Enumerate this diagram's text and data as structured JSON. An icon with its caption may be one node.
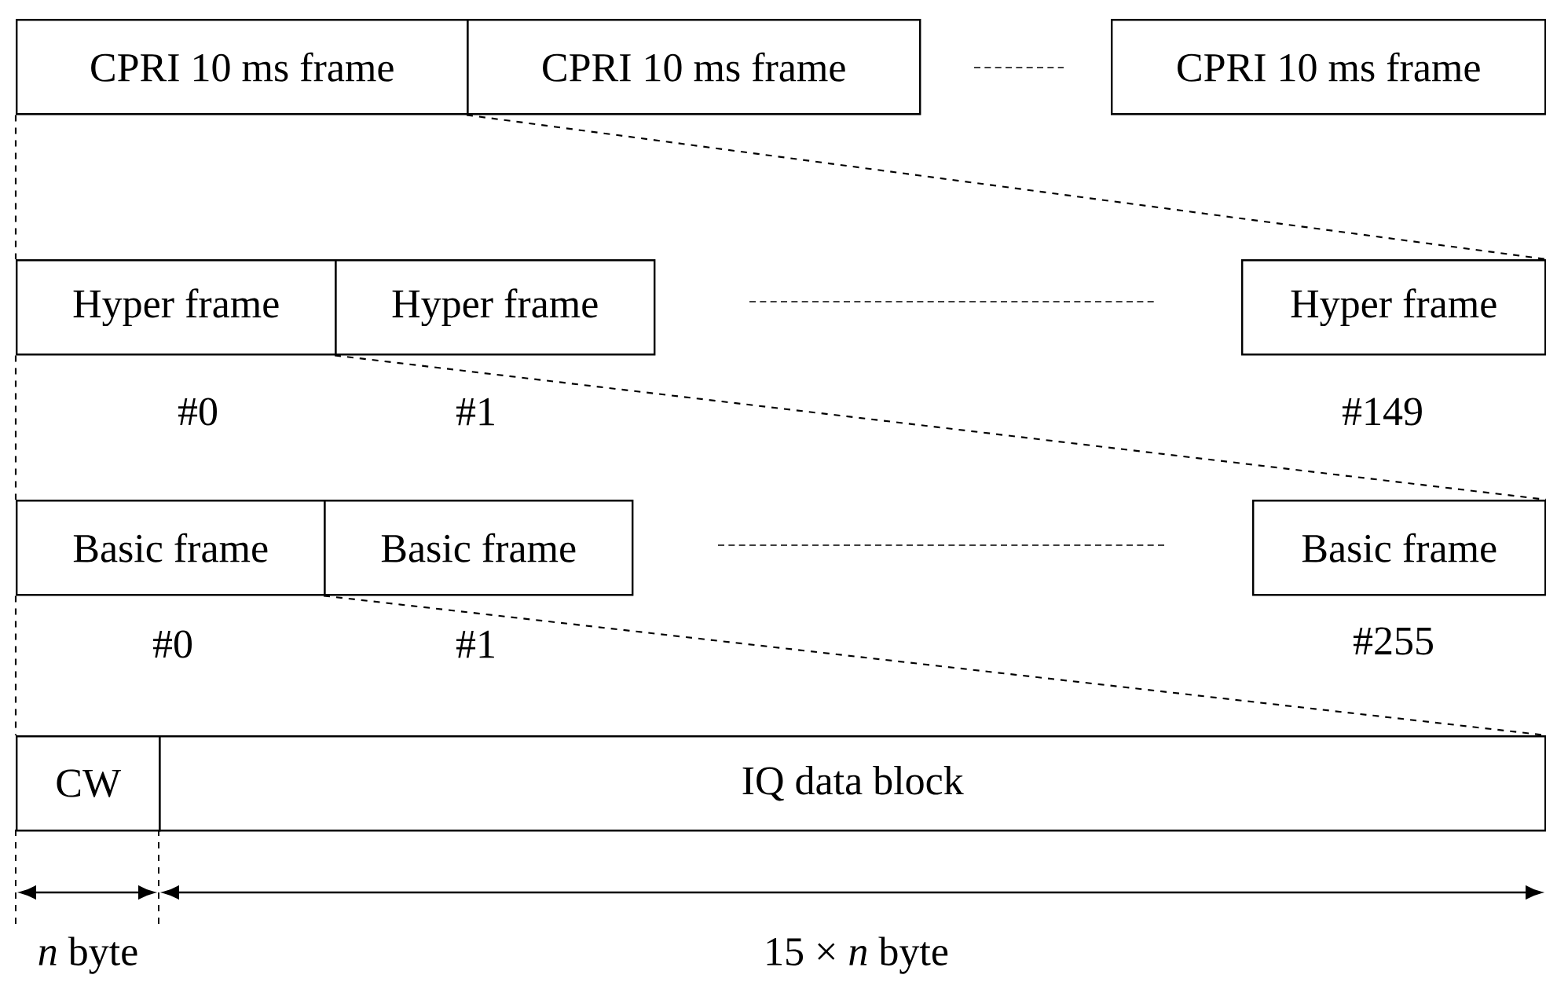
{
  "diagram": {
    "nodes": [
      {
        "text": [
          "CPRI 10 ms frame"
        ]
      },
      {
        "text": [
          "CPRI 10 ms frame"
        ]
      },
      {
        "text": [
          "CPRI 10 ms frame"
        ]
      },
      {
        "text": [
          "Hyper frame"
        ],
        "beside": [
          "#0"
        ]
      },
      {
        "text": [
          "Hyper frame"
        ],
        "beside": [
          "#1"
        ]
      },
      {
        "text": [
          "Hyper frame"
        ],
        "beside": [
          "#149"
        ]
      },
      {
        "text": [
          "Basic frame"
        ],
        "beside": [
          "#0"
        ]
      },
      {
        "text": [
          "Basic frame"
        ],
        "beside": [
          "#1"
        ]
      },
      {
        "text": [
          "Basic frame"
        ],
        "beside": [
          "#255"
        ]
      },
      {
        "text": [
          "CW"
        ]
      },
      {
        "text": [
          "IQ data block"
        ]
      }
    ],
    "edges": [
      {
        "from": 0,
        "to": 3,
        "arrow": "none",
        "style": "dashed"
      },
      {
        "from": 1,
        "to": 5,
        "arrow": "none",
        "style": "dashed"
      },
      {
        "from": 3,
        "to": 6,
        "arrow": "none",
        "style": "dashed"
      },
      {
        "from": 4,
        "to": 8,
        "arrow": "none",
        "style": "dashed"
      },
      {
        "from": 6,
        "to": 9,
        "arrow": "none",
        "style": "dashed"
      },
      {
        "from": 7,
        "to": 10,
        "arrow": "none",
        "style": "dashed"
      }
    ],
    "labels": [
      "*n* byte",
      "15 × *n* byte"
    ]
  }
}
